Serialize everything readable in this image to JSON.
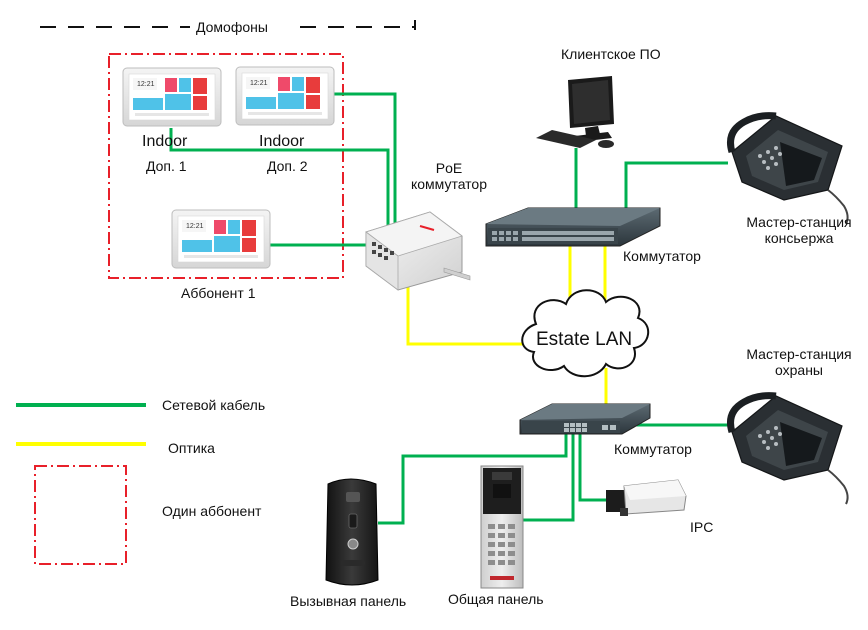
{
  "labels": {
    "domofony": "Домофоны",
    "client_software": "Клиентское ПО",
    "master_concierge": "Мастер-станция\nконсьержа",
    "master_security": "Мастер-станция\nохраны",
    "poe_switch": "PoE\nкоммутатор",
    "switch_top": "Коммутатор",
    "switch_bottom": "Коммутатор",
    "estate_lan": "Estate LAN",
    "indoor1_name": "Indoor",
    "indoor1_sub": "Доп. 1",
    "indoor2_name": "Indoor",
    "indoor2_sub": "Доп. 2",
    "subscriber": "Аббонент 1",
    "ipc": "IPC",
    "call_panel": "Вызывная панель",
    "common_panel": "Общая панель"
  },
  "legend": {
    "network_cable": "Сетевой кабель",
    "optics": "Оптика",
    "one_subscriber": "Один аббонент"
  },
  "monitor_screen": {
    "clock": "12:21"
  },
  "colors": {
    "network_cable": "#00b050",
    "optics": "#ffff00",
    "subscriber_border": "#e8202a",
    "dash_line": "#111111"
  }
}
